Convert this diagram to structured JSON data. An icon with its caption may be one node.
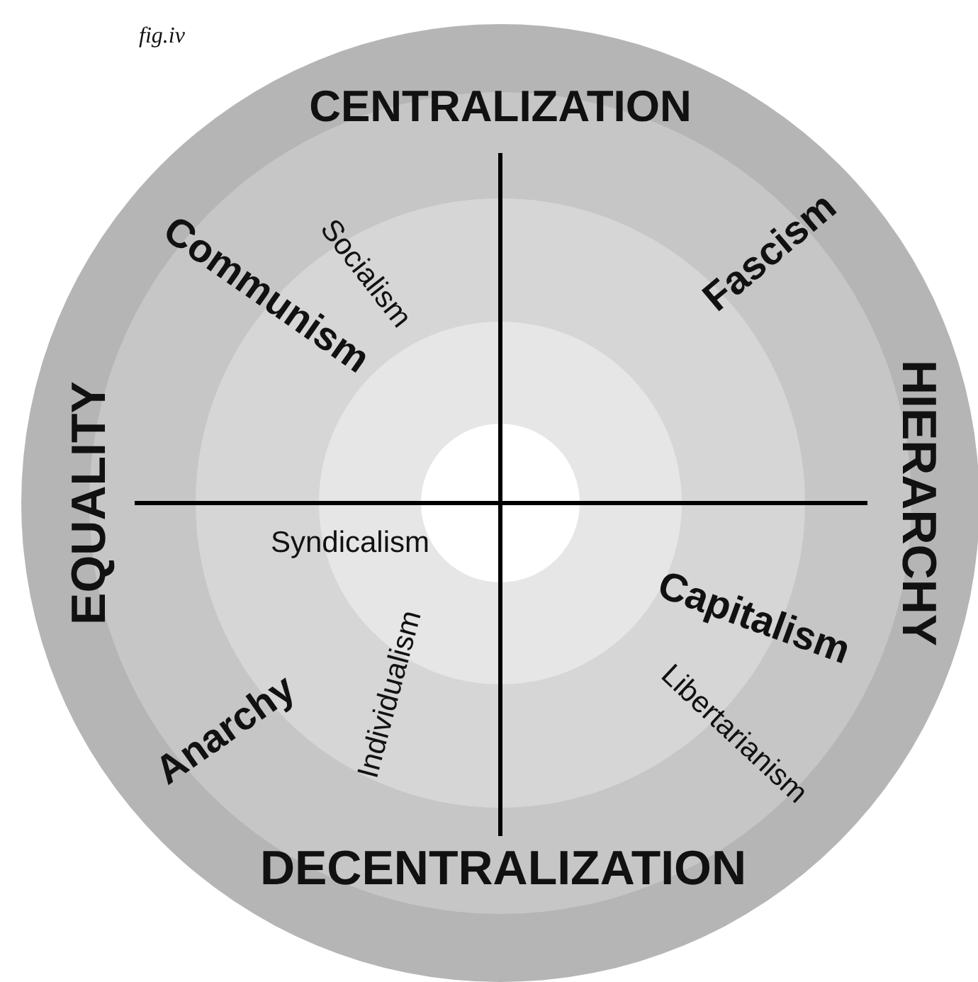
{
  "diagram": {
    "labels": [
      "fig.iv",
      "CENTRALIZATION",
      "Communism",
      "Socialism",
      "Fascism",
      "EQUALITY",
      "HIERARCHY",
      "Syndicalism",
      "Capitalism",
      "Anarchy",
      "Individualism",
      "Libertarianism",
      "DECENTRALIZATION"
    ]
  }
}
